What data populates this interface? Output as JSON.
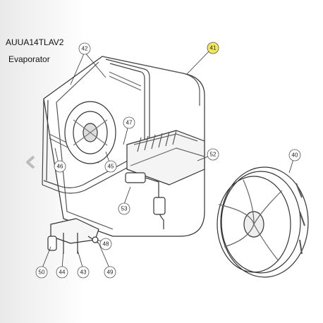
{
  "header": {
    "model": "AUUA14TLAV2",
    "section": "Evaporator"
  },
  "callouts": [
    {
      "id": "c41",
      "label": "41",
      "highlight": true
    },
    {
      "id": "c42",
      "label": "42"
    },
    {
      "id": "c47",
      "label": "47"
    },
    {
      "id": "c46",
      "label": "46"
    },
    {
      "id": "c45",
      "label": "45"
    },
    {
      "id": "c52",
      "label": "52"
    },
    {
      "id": "c53",
      "label": "53"
    },
    {
      "id": "c40",
      "label": "40"
    },
    {
      "id": "c48",
      "label": "48"
    },
    {
      "id": "c50",
      "label": "50"
    },
    {
      "id": "c44",
      "label": "44"
    },
    {
      "id": "c43",
      "label": "43"
    },
    {
      "id": "c49",
      "label": "49"
    }
  ],
  "colors": {
    "highlight": "#f2e85a",
    "line": "#333333",
    "shade": "#e9e9e9"
  },
  "icons": {
    "nav": "chevron-left-icon"
  }
}
